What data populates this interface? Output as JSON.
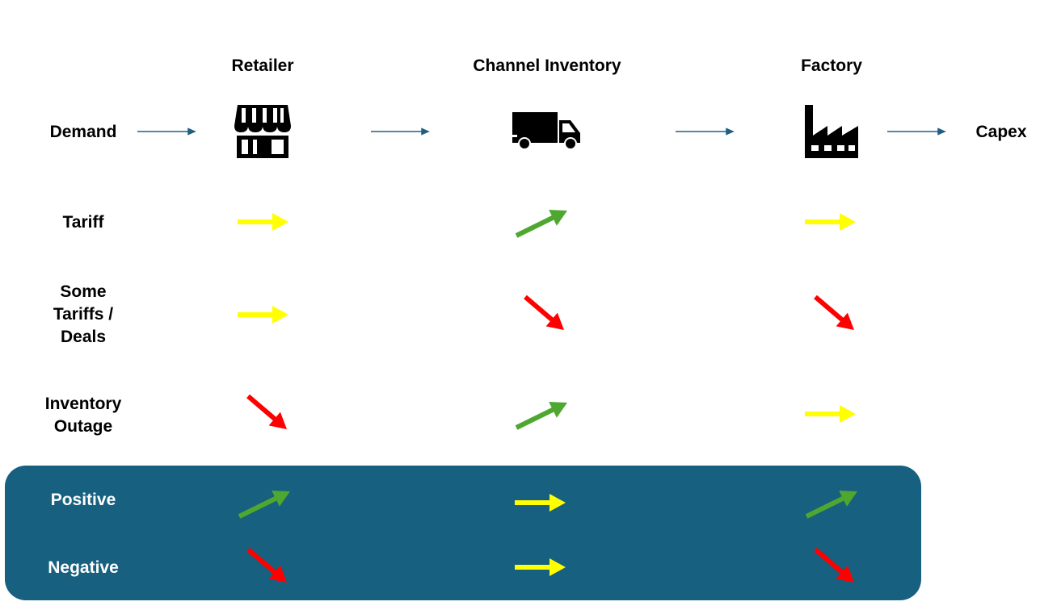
{
  "stages": [
    {
      "label": "Retailer",
      "icon": "store-icon"
    },
    {
      "label": "Channel Inventory",
      "icon": "truck-icon"
    },
    {
      "label": "Factory",
      "icon": "factory-icon"
    }
  ],
  "flow": {
    "start": "Demand",
    "end": "Capex"
  },
  "rows": [
    {
      "label": "Tariff",
      "effects": [
        "flat",
        "up",
        "flat"
      ]
    },
    {
      "label": "Some\nTariffs /\nDeals",
      "effects": [
        "flat",
        "down",
        "down"
      ]
    },
    {
      "label": "Inventory\nOutage",
      "effects": [
        "down",
        "up",
        "flat"
      ]
    }
  ],
  "legend": [
    {
      "label": "Positive",
      "effects": [
        "up",
        "flat",
        "up"
      ]
    },
    {
      "label": "Negative",
      "effects": [
        "down",
        "flat",
        "down"
      ]
    }
  ],
  "colors": {
    "up": "#4ea72e",
    "down": "#ff0000",
    "flat": "#ffff00",
    "flow_arrow": "#1f5f82",
    "legend_bg": "#17607f"
  }
}
